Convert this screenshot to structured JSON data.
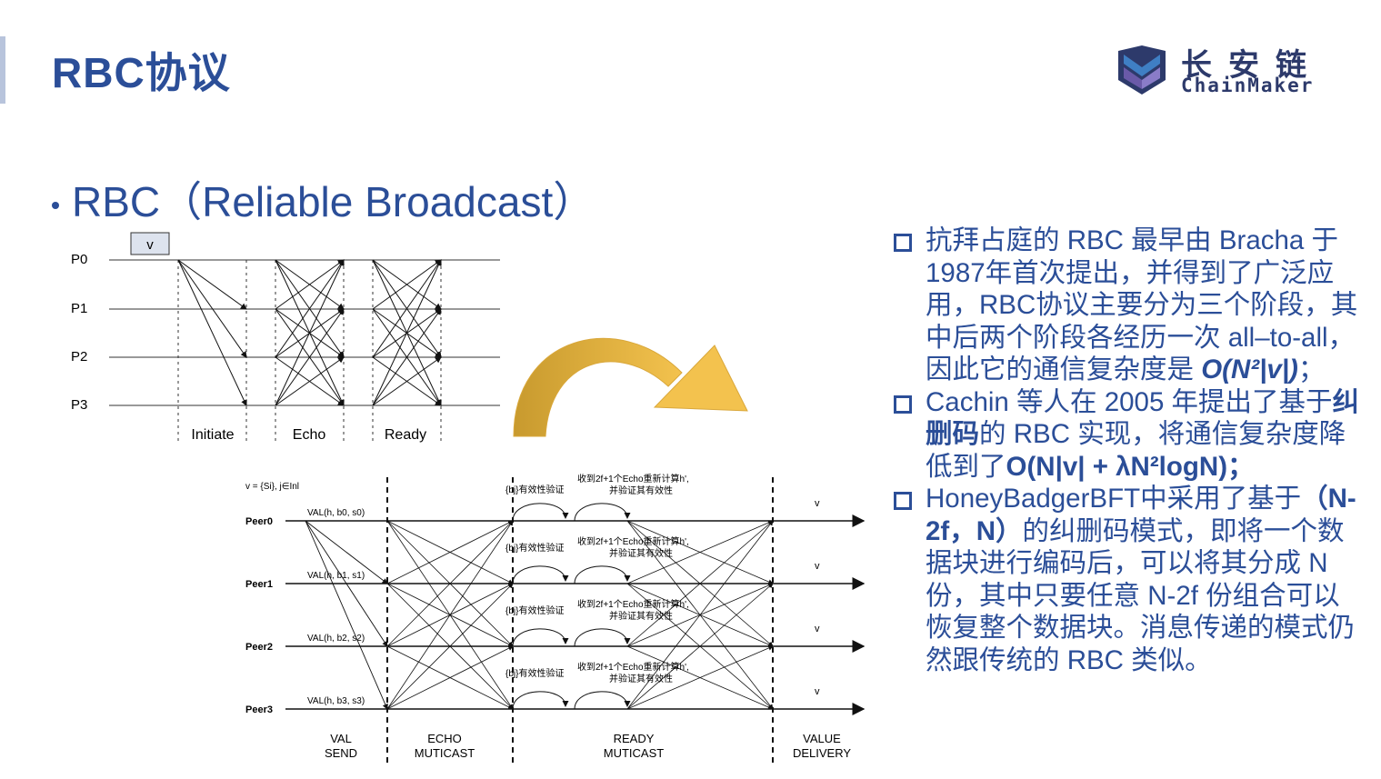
{
  "slide": {
    "title": "RBC协议",
    "subtitle": "RBC（Reliable Broadcast）"
  },
  "logo": {
    "cn": "长安链",
    "en": "ChainMaker",
    "colors": {
      "dark": "#2d3a6b",
      "blue": "#3f7fc4",
      "purple": "#6a5aa8"
    }
  },
  "diagram_top": {
    "value_box": "v",
    "processes": [
      "P0",
      "P1",
      "P2",
      "P3"
    ],
    "phases": [
      "Initiate",
      "Echo",
      "Ready"
    ]
  },
  "diagram_bottom": {
    "set_label": "v = {Si}, j∈Inl",
    "peers": [
      "Peer0",
      "Peer1",
      "Peer2",
      "Peer3"
    ],
    "val_labels": [
      "VAL(h, b0, s0)",
      "VAL(h, b1, s1)",
      "VAL(h, b2, s2)",
      "VAL(h, b3, s3)"
    ],
    "verify_label": "{bj}有效性验证",
    "recompute_label_1": "收到2f+1个Echo重新计算h',",
    "recompute_label_2": "并验证其有效性",
    "output_v": "v",
    "phases": [
      {
        "line1": "VAL",
        "line2": "SEND"
      },
      {
        "line1": "ECHO",
        "line2": "MUTICAST"
      },
      {
        "line1": "READY",
        "line2": "MUTICAST"
      },
      {
        "line1": "VALUE",
        "line2": "DELIVERY"
      }
    ]
  },
  "arrow_colors": {
    "start": "#c89a2e",
    "end": "#f3c24e"
  },
  "bullets": [
    {
      "text": "抗拜占庭的 RBC 最早由 Bracha 于 1987年首次提出，并得到了广泛应用，RBC协议主要分为三个阶段，其中后两个阶段各经历一次 all–to-all，因此它的通信复杂度是 ",
      "bold": "O(N²|v|)",
      "tail": "；"
    },
    {
      "text": "Cachin 等人在 2005 年提出了基于",
      "bold": "纠删码",
      "tail": "的 RBC 实现，将通信复杂度降低到了",
      "bold2": "O(N|v| + λN²logN)；"
    },
    {
      "text": "HoneyBadgerBFT中采用了基于",
      "bold": "（N-2f，N）",
      "tail": "的纠删码模式，即将一个数据块进行编码后，可以将其分成 N 份，其中只要任意 N-2f 份组合可以恢复整个数据块。消息传递的模式仍然跟传统的 RBC 类似。"
    }
  ]
}
